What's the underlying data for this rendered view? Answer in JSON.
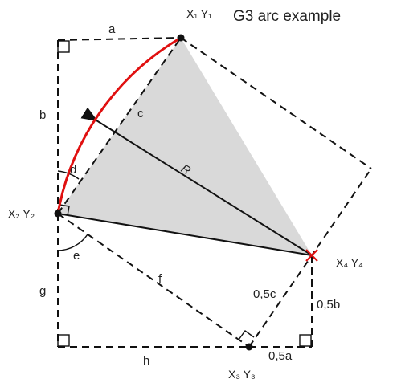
{
  "title": "G3 arc example",
  "points": {
    "p1": "X₁ Y₁",
    "p2": "X₂ Y₂",
    "p3": "X₃ Y₃",
    "p4": "X₄ Y₄"
  },
  "labels": {
    "a": "a",
    "b": "b",
    "c": "c",
    "d": "d",
    "e": "e",
    "f": "f",
    "g": "g",
    "h": "h",
    "R": "R",
    "half_a": "0,5a",
    "half_b": "0,5b",
    "half_c": "0,5c"
  },
  "colors": {
    "arc": "#e01010",
    "sector": "#d9d9d9",
    "lines": "#111111"
  }
}
